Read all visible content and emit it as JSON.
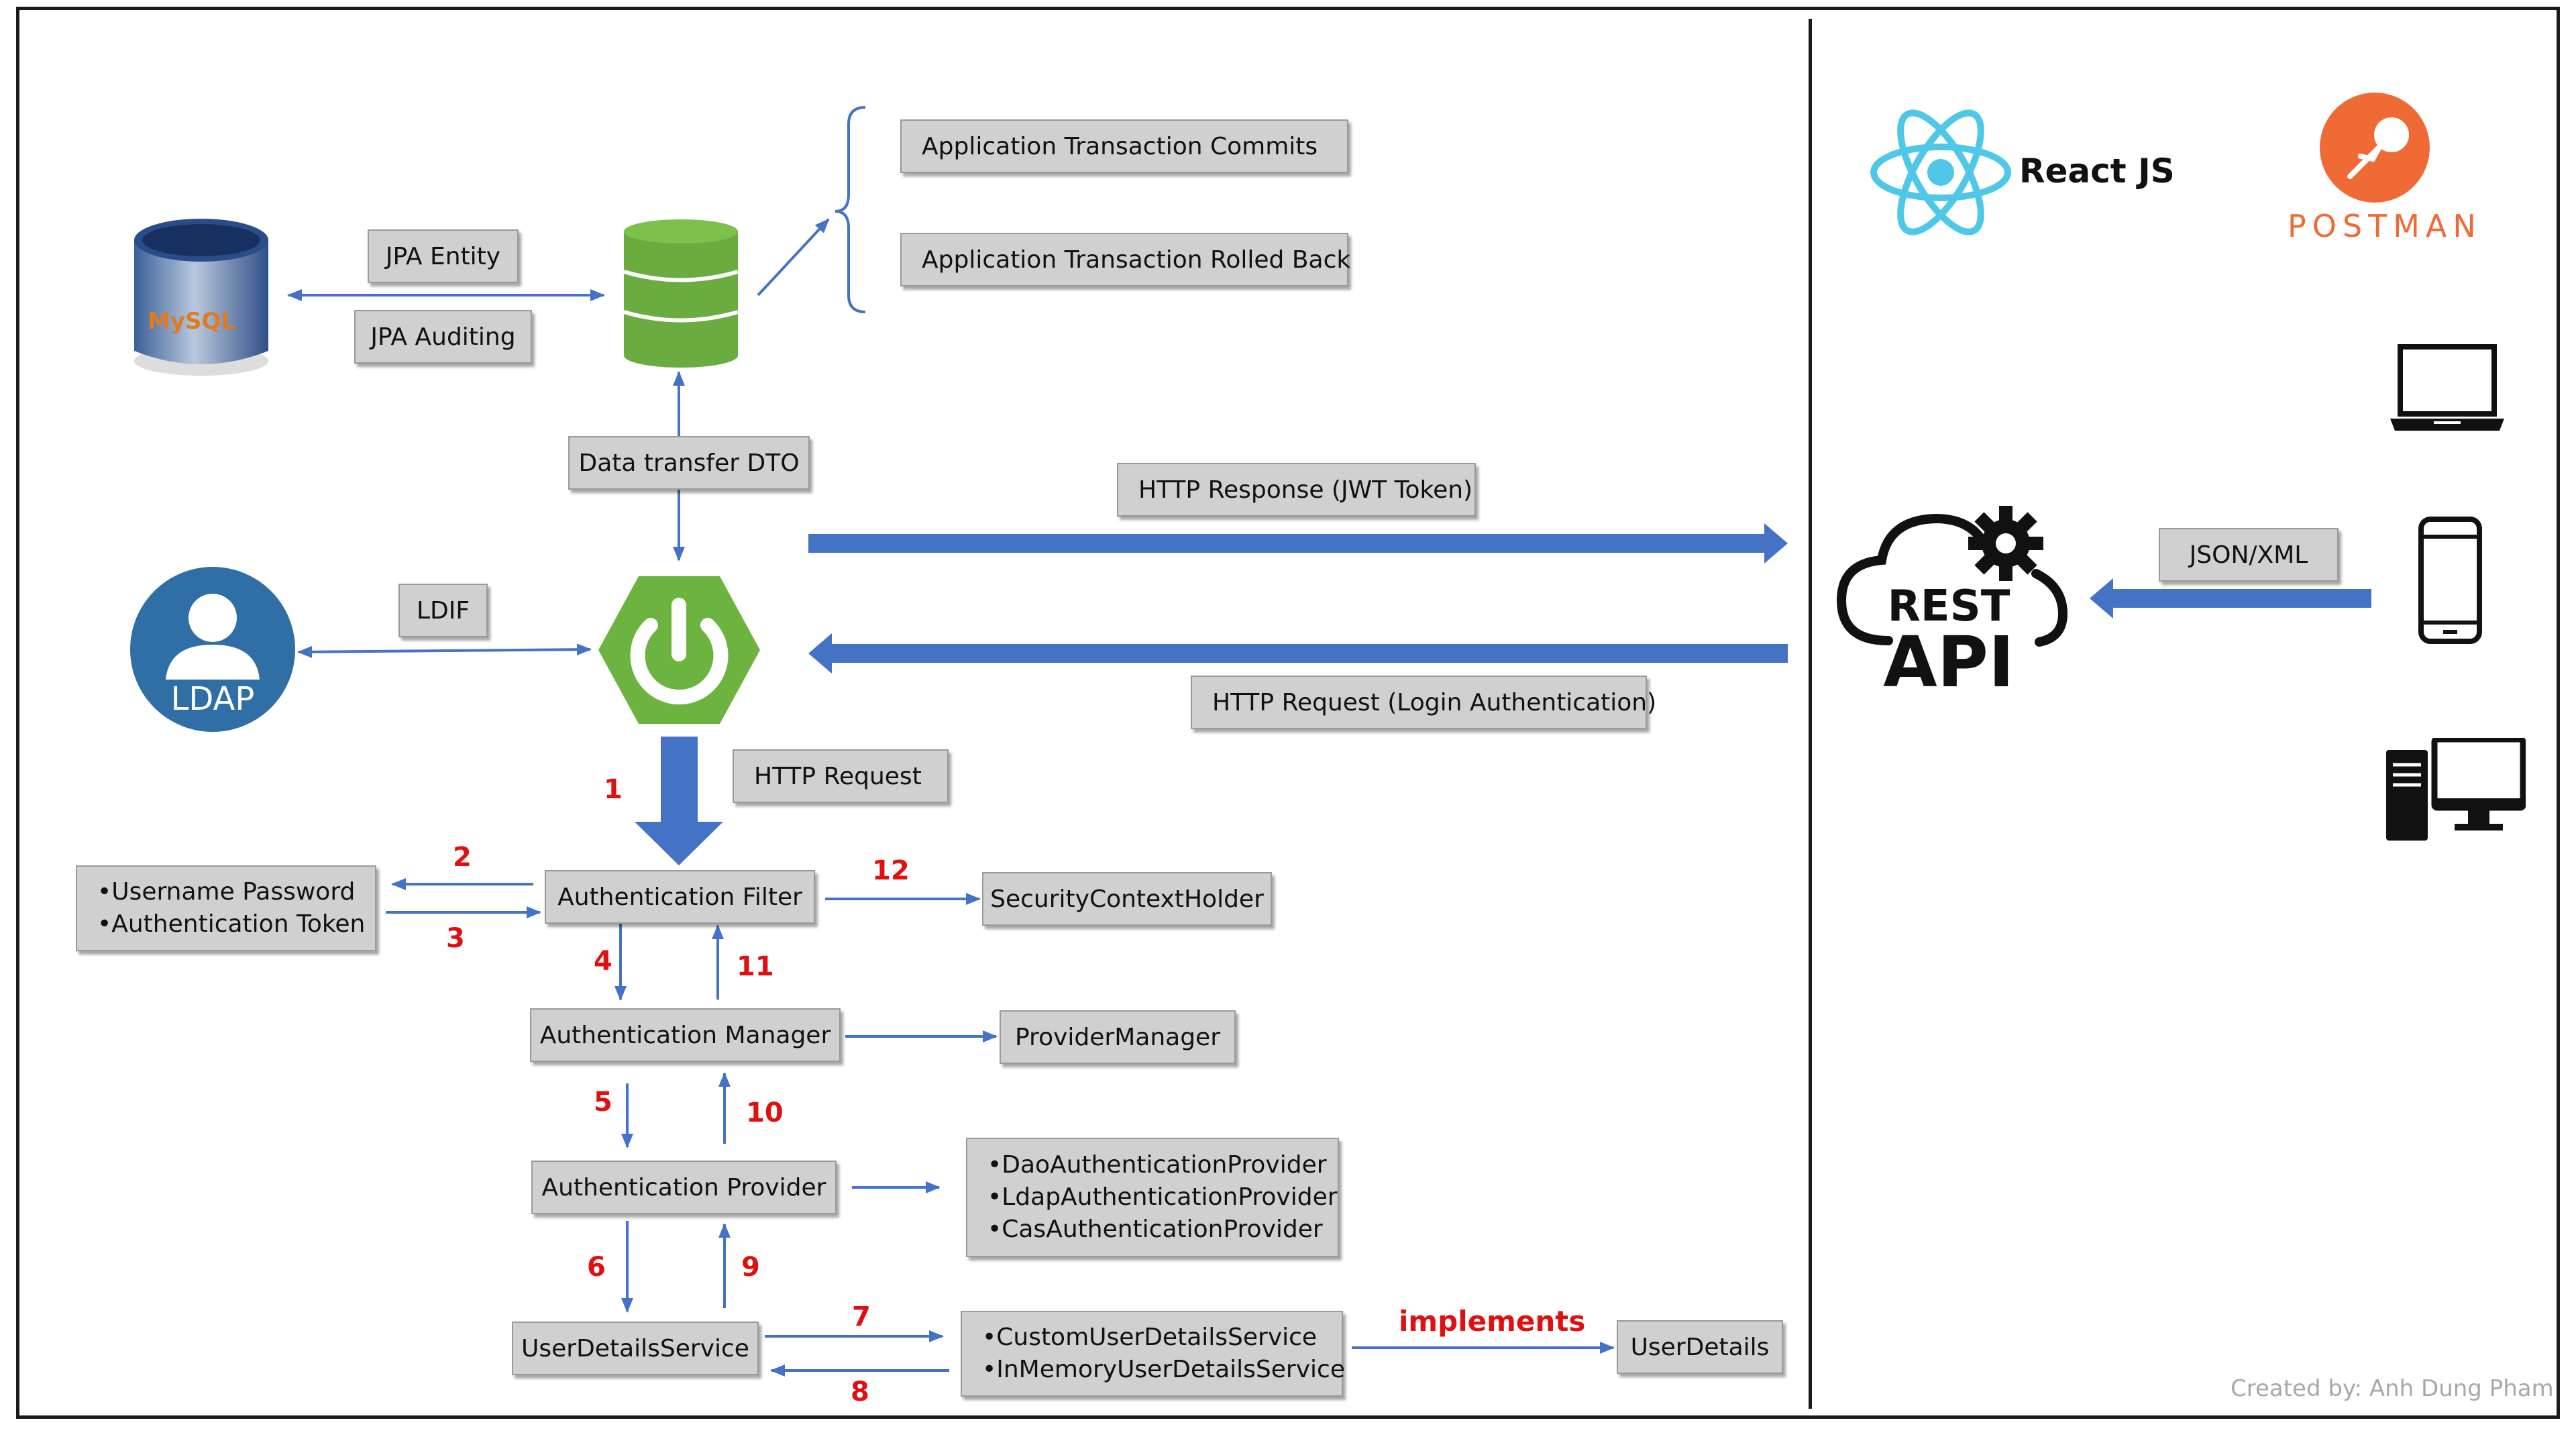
{
  "db": {
    "mysql_logo": "MySQL",
    "jpa_entity": "JPA Entity",
    "jpa_auditing": "JPA Auditing",
    "tx_commits": "Application Transaction Commits",
    "tx_rolled_back": "Application Transaction Rolled Back",
    "dto": "Data transfer DTO"
  },
  "ldap": {
    "logo": "LDAP",
    "ldif": "LDIF"
  },
  "http": {
    "response": "HTTP Response (JWT Token)",
    "request_login": "HTTP Request (Login Authentication)",
    "request": "HTTP Request",
    "json_xml": "JSON/XML"
  },
  "flow": {
    "credentials": [
      "Username Password",
      "Authentication Token"
    ],
    "auth_filter": "Authentication Filter",
    "security_context": "SecurityContextHolder",
    "auth_manager": "Authentication Manager",
    "provider_manager": "ProviderManager",
    "auth_provider": "Authentication Provider",
    "providers": [
      "DaoAuthenticationProvider",
      "LdapAuthenticationProvider",
      "CasAuthenticationProvider"
    ],
    "user_details_service": "UserDetailsService",
    "uds_impls": [
      "CustomUserDetailsService",
      "InMemoryUserDetailsService"
    ],
    "implements": "implements",
    "user_details": "UserDetails"
  },
  "steps": [
    "1",
    "2",
    "3",
    "4",
    "5",
    "6",
    "7",
    "8",
    "9",
    "10",
    "11",
    "12"
  ],
  "clients": {
    "react": "React JS",
    "postman": "POSTMAN",
    "rest_top": "REST",
    "rest_bottom": "API"
  },
  "credit": "Created by: Anh Dung Pham",
  "colors": {
    "arrow_blue": "#4472c4",
    "step_red": "#e01010",
    "box_gray": "#d0d0d0",
    "spring_green": "#6db33f",
    "react_cyan": "#61dafb",
    "postman_orange": "#f06a35",
    "ldap_blue": "#2f6fa6"
  }
}
